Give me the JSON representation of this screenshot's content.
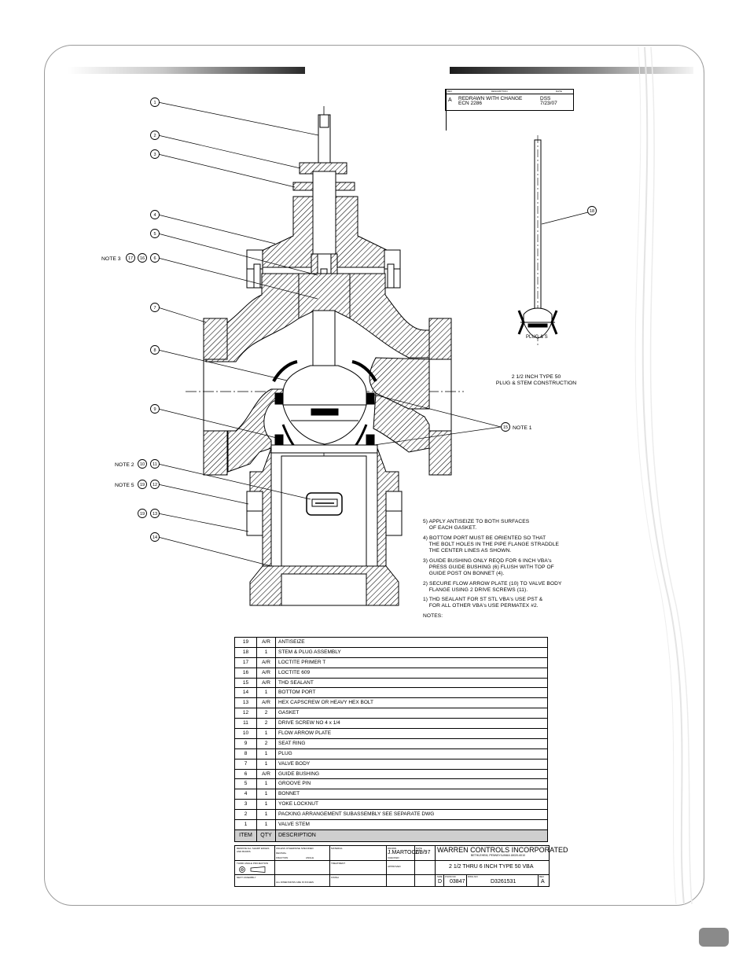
{
  "revision": {
    "headers": {
      "rev": "REV",
      "description": "DESCRIPTION",
      "date": "DATE"
    },
    "rev": "A",
    "description": [
      "REDRAWN WITH CHANGE",
      "ECN 2286"
    ],
    "initials": "DSS",
    "date": "7/23/07"
  },
  "callouts": {
    "c1": "1",
    "c2": "2",
    "c3": "3",
    "c4": "4",
    "c5": "5",
    "c6": "6",
    "c7": "7",
    "c8": "8",
    "c9": "9",
    "c14": "14",
    "c15": "15",
    "c18": "18",
    "note3_label": "NOTE 3",
    "note3_a": "17",
    "note3_b": "16",
    "note2_label": "NOTE 2",
    "note2_a": "10",
    "note2_b": "11",
    "note5_label": "NOTE 5",
    "note5_a": "19",
    "note5_b": "12",
    "c19_13_a": "19",
    "c19_13_b": "13",
    "note1_label": "NOTE 1"
  },
  "detail": {
    "plug_label": "PLUG & S",
    "caption_1": "2 1/2 INCH TYPE 50",
    "caption_2": "PLUG & STEM CONSTRUCTION"
  },
  "notes": {
    "n5": "5) APPLY ANTISEIZE TO BOTH SURFACES\n    OF EACH GASKET.",
    "n4": "4) BOTTOM PORT MUST BE ORIENTED SO THAT\n    THE BOLT HOLES IN THE PIPE FLANGE STRADDLE\n    THE CENTER LINES AS SHOWN.",
    "n3": "3) GUIDE BUSHING ONLY REQD FOR 6 INCH VBA's\n    PRESS GUIDE BUSHING (6) FLUSH WITH TOP OF\n    GUIDE POST ON BONNET (4).",
    "n2": "2) SECURE FLOW ARROW PLATE (10) TO VALVE BODY\n    FLANGE USING 2 DRIVE SCREWS (11).",
    "n1": "1) THD SEALANT FOR ST STL VBA's USE PST &\n    FOR ALL OTHER VBA's USE PERMATEX #2.",
    "title": "NOTES:"
  },
  "bom": {
    "header": {
      "item": "ITEM",
      "qty": "QTY",
      "description": "DESCRIPTION"
    },
    "rows": [
      {
        "item": "19",
        "qty": "A/R",
        "desc": "ANTISEIZE"
      },
      {
        "item": "18",
        "qty": "1",
        "desc": "STEM & PLUG ASSEMBLY"
      },
      {
        "item": "17",
        "qty": "A/R",
        "desc": "LOCTITE PRIMER T"
      },
      {
        "item": "16",
        "qty": "A/R",
        "desc": "LOCTITE 609"
      },
      {
        "item": "15",
        "qty": "A/R",
        "desc": "THD SEALANT"
      },
      {
        "item": "14",
        "qty": "1",
        "desc": "BOTTOM PORT"
      },
      {
        "item": "13",
        "qty": "A/R",
        "desc": "HEX CAPSCREW OR HEAVY HEX BOLT"
      },
      {
        "item": "12",
        "qty": "2",
        "desc": "GASKET"
      },
      {
        "item": "11",
        "qty": "2",
        "desc": "DRIVE SCREW NO 4 x 1/4"
      },
      {
        "item": "10",
        "qty": "1",
        "desc": "FLOW ARROW PLATE"
      },
      {
        "item": "9",
        "qty": "2",
        "desc": "SEAT RING"
      },
      {
        "item": "8",
        "qty": "1",
        "desc": "PLUG"
      },
      {
        "item": "7",
        "qty": "1",
        "desc": "VALVE BODY"
      },
      {
        "item": "6",
        "qty": "A/R",
        "desc": "GUIDE BUSHING"
      },
      {
        "item": "5",
        "qty": "1",
        "desc": "GROOVE PIN"
      },
      {
        "item": "4",
        "qty": "1",
        "desc": "BONNET"
      },
      {
        "item": "3",
        "qty": "1",
        "desc": "YOKE LOCKNUT"
      },
      {
        "item": "2",
        "qty": "1",
        "desc": "PACKING ARRANGEMENT SUBASSEMBLY   SEE SEPARATE DWG"
      },
      {
        "item": "1",
        "qty": "1",
        "desc": "VALVE STEM"
      }
    ]
  },
  "title_block": {
    "remove_burrs": "REMOVE ALL SHARP EDGES AND BURRS",
    "unless": "UNLESS OTHERWISE SPECIFIED",
    "decimal": "DECIMAL",
    "fraction": "FRACTION",
    "angle": "ANGLE",
    "material": "MATERIAL",
    "third_angle": "THIRD ANGLE PROJECTION",
    "treatment": "TREATMENT",
    "next_assembly": "NEXT ASSEMBLY",
    "dimensions": "ALL DIMENSIONS ARE IN INCHES",
    "finish": "FINISH",
    "drawn_label": "DRAWN",
    "drawn": "J.MARTOCCI",
    "date_label": "DATE",
    "date": "2/3/97",
    "checked": "CHECKED",
    "approved": "APPROVED",
    "company": "WARREN CONTROLS INCORPORATED",
    "address": "BETHLEHEM, PENNSYLVANIA 18020-6010",
    "title": "2 1/2 THRU 6 INCH TYPE 50 VBA",
    "size_label": "SIZE",
    "size": "D",
    "fscm_label": "FSCM NO",
    "fscm": "03847",
    "dwg_label": "DWG NO",
    "dwg": "D3261531",
    "rev_label": "REV",
    "rev": "A"
  }
}
